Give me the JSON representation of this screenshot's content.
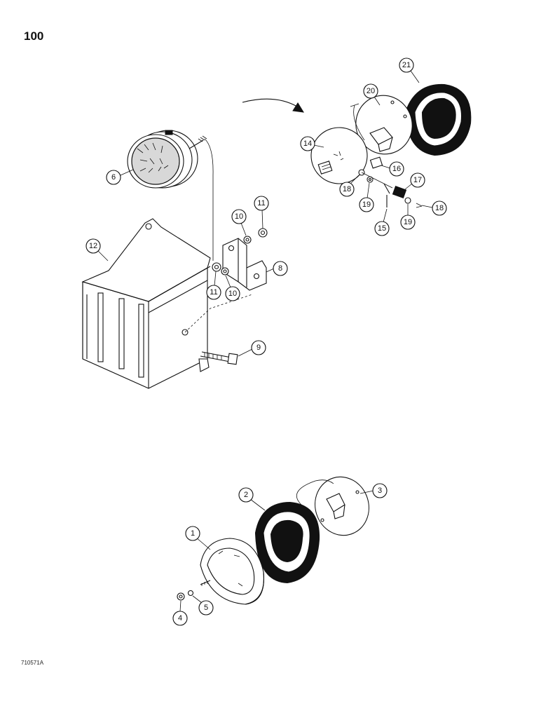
{
  "page": {
    "number": "100",
    "figure_code": "710571A"
  },
  "callouts": [
    "1",
    "2",
    "3",
    "4",
    "5",
    "6",
    "8",
    "9",
    "10",
    "10",
    "11",
    "11",
    "12",
    "14",
    "15",
    "16",
    "17",
    "18",
    "18",
    "19",
    "19",
    "20",
    "21"
  ]
}
